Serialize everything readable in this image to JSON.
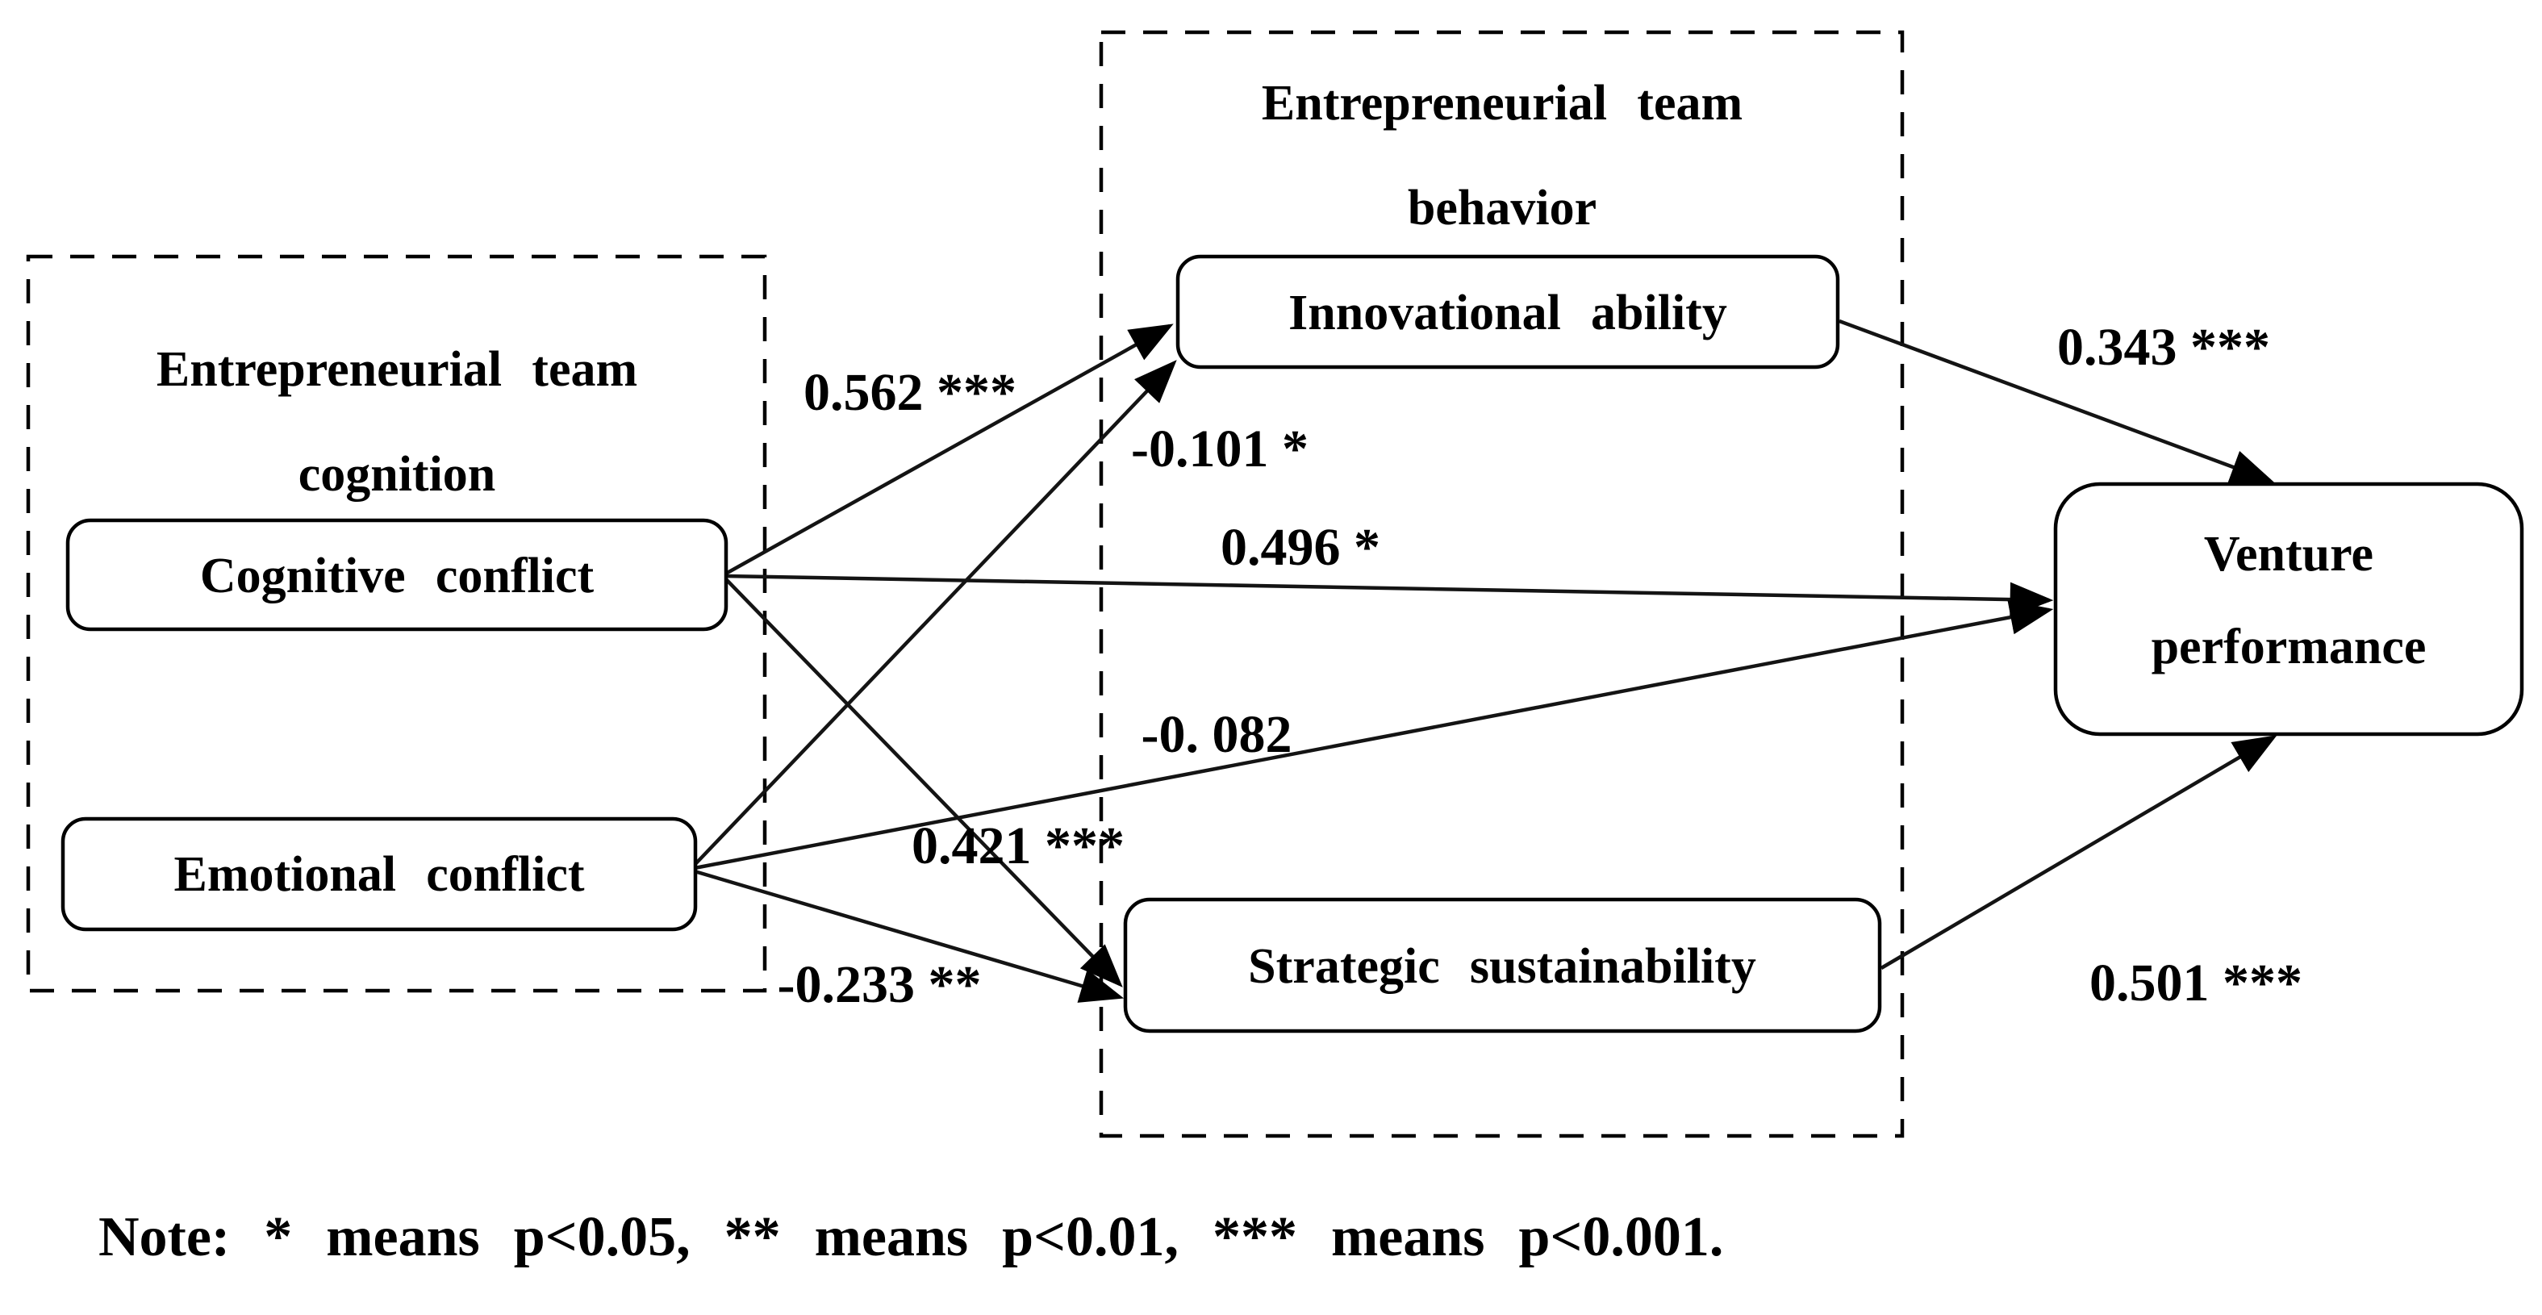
{
  "diagram": {
    "left_group": {
      "title_line1": "Entrepreneurial team",
      "title_line2": "cognition"
    },
    "middle_group": {
      "title_line1": "Entrepreneurial team",
      "title_line2": "behavior"
    },
    "nodes": {
      "cognitive_conflict": {
        "label": "Cognitive conflict"
      },
      "emotional_conflict": {
        "label": "Emotional conflict"
      },
      "innovational_ability": {
        "label": "Innovational ability"
      },
      "strategic_sustainability": {
        "label": "Strategic sustainability"
      },
      "venture_performance": {
        "label_line1": "Venture",
        "label_line2": "performance"
      }
    },
    "paths": [
      {
        "from": "Cognitive conflict",
        "to": "Innovational ability",
        "coefficient": "0.562 ***"
      },
      {
        "from": "Emotional conflict",
        "to": "Innovational ability",
        "coefficient": "-0.101 *"
      },
      {
        "from": "Cognitive conflict",
        "to": "Venture performance",
        "coefficient": "0.496 *"
      },
      {
        "from": "Emotional conflict",
        "to": "Venture performance",
        "coefficient": "-0. 082"
      },
      {
        "from": "Cognitive conflict",
        "to": "Strategic sustainability",
        "coefficient": "0.421 ***"
      },
      {
        "from": "Emotional conflict",
        "to": "Strategic sustainability",
        "coefficient": "-0.233 **"
      },
      {
        "from": "Innovational ability",
        "to": "Venture performance",
        "coefficient": "0.343 ***"
      },
      {
        "from": "Strategic sustainability",
        "to": "Venture performance",
        "coefficient": "0.501 ***"
      }
    ],
    "note": "Note: * means p<0.05, ** means p<0.01, *** means p<0.001."
  }
}
